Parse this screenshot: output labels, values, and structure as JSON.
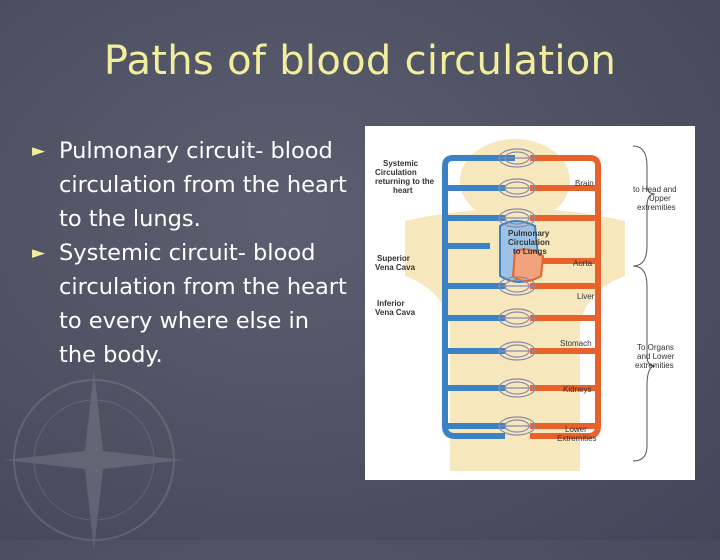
{
  "slide": {
    "title": "Paths of blood circulation",
    "bullets": [
      {
        "marker": "►",
        "text": "Pulmonary circuit- blood circulation from the heart to the lungs."
      },
      {
        "marker": "►",
        "text": "Systemic circuit- blood circulation from the heart to every where else in the body."
      }
    ]
  },
  "diagram": {
    "labels": {
      "systemic_return": [
        "Systemic",
        "Circulation",
        "returning to the",
        "heart"
      ],
      "superior_vena_cava": [
        "Superior",
        "Vena Cava"
      ],
      "inferior_vena_cava": [
        "Inferior",
        "Vena Cava"
      ],
      "pulmonary": [
        "Pulmonary",
        "Circulation",
        "to Lungs"
      ],
      "brain": "Brain",
      "aorta": "Aorta",
      "liver": "Liver",
      "stomach": "Stomach",
      "kidneys": "Kidneys",
      "lower_extremities": [
        "Lower",
        "Extremities"
      ],
      "to_head": [
        "to Head and",
        "Upper",
        "extremities"
      ],
      "to_organs": [
        "To Organs",
        "and Lower",
        "extremities"
      ]
    },
    "colors": {
      "artery": "#e8622c",
      "vein": "#3b82c4",
      "body": "#f6e7bd",
      "capillary": "#8a8aa8"
    }
  },
  "theme": {
    "title_color": "#f2ee9e",
    "text_color": "#ffffff",
    "background": "#505366"
  }
}
